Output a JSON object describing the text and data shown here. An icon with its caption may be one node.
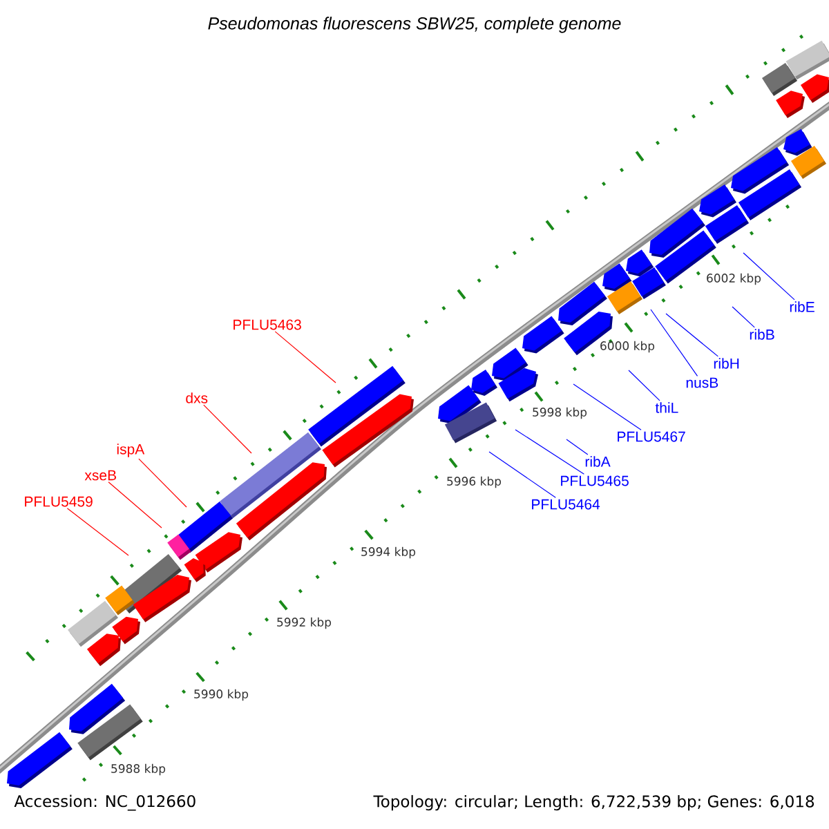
{
  "diagram": {
    "title": "Pseudomonas fluorescens SBW25, complete genome",
    "nodes": [
      {
        "text": [
          "PFLU5463"
        ]
      },
      {
        "text": [
          "dxs"
        ]
      },
      {
        "text": [
          "ispA"
        ]
      },
      {
        "text": [
          "xseB"
        ]
      },
      {
        "text": [
          "PFLU5459"
        ]
      },
      {
        "text": [
          "ribE"
        ]
      },
      {
        "text": [
          "ribB"
        ]
      },
      {
        "text": [
          "ribH"
        ]
      },
      {
        "text": [
          "nusB"
        ]
      },
      {
        "text": [
          "thiL"
        ]
      },
      {
        "text": [
          "PFLU5467"
        ]
      },
      {
        "text": [
          "ribA"
        ]
      },
      {
        "text": [
          "PFLU5465"
        ]
      },
      {
        "text": [
          "PFLU5464"
        ]
      }
    ],
    "edges": [
      {
        "from": 0,
        "to": null,
        "arrow": "none",
        "color": "#ff0000"
      },
      {
        "from": 1,
        "to": null,
        "arrow": "none",
        "color": "#ff0000"
      },
      {
        "from": 2,
        "to": null,
        "arrow": "none",
        "color": "#ff0000"
      },
      {
        "from": 3,
        "to": null,
        "arrow": "none",
        "color": "#ff0000"
      },
      {
        "from": 4,
        "to": null,
        "arrow": "none",
        "color": "#ff0000"
      },
      {
        "from": 5,
        "to": null,
        "arrow": "none"
      },
      {
        "from": 6,
        "to": null,
        "arrow": "none"
      },
      {
        "from": 7,
        "to": null,
        "arrow": "none"
      },
      {
        "from": 8,
        "to": null,
        "arrow": "none"
      },
      {
        "from": 9,
        "to": null,
        "arrow": "none"
      },
      {
        "from": 10,
        "to": null,
        "arrow": "none"
      },
      {
        "from": 11,
        "to": null,
        "arrow": "none"
      },
      {
        "from": 12,
        "to": null,
        "arrow": "none"
      },
      {
        "from": 13,
        "to": null,
        "arrow": "none"
      }
    ],
    "labels": [
      "6002 kbp",
      "6000 kbp",
      "5998 kbp",
      "5996 kbp",
      "5994 kbp",
      "5992 kbp",
      "5990 kbp",
      "5988 kbp",
      "Accession: NC_012660",
      "Topology: circular; Length: 6,722,539 bp; Genes: 6,018"
    ]
  }
}
